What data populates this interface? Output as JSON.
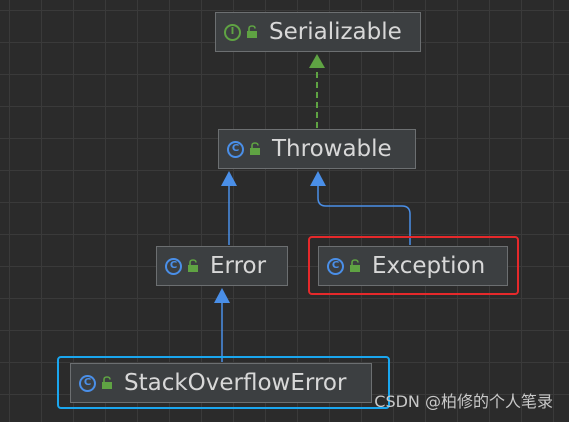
{
  "nodes": {
    "serializable": {
      "name": "Serializable",
      "kind": "interface",
      "kind_letter": "I"
    },
    "throwable": {
      "name": "Throwable",
      "kind": "class",
      "kind_letter": "C"
    },
    "error": {
      "name": "Error",
      "kind": "class",
      "kind_letter": "C"
    },
    "exception": {
      "name": "Exception",
      "kind": "class",
      "kind_letter": "C"
    },
    "stackoverflow": {
      "name": "StackOverflowError",
      "kind": "class",
      "kind_letter": "C"
    }
  },
  "edges": [
    {
      "from": "Throwable",
      "to": "Serializable",
      "type": "implements",
      "color": "#5fa343"
    },
    {
      "from": "Error",
      "to": "Throwable",
      "type": "extends",
      "color": "#4a8fe8"
    },
    {
      "from": "Exception",
      "to": "Throwable",
      "type": "extends",
      "color": "#4a8fe8"
    },
    {
      "from": "StackOverflowError",
      "to": "Error",
      "type": "extends",
      "color": "#4a8fe8"
    }
  ],
  "highlights": [
    {
      "target": "Exception",
      "color": "#e5292b"
    },
    {
      "target": "StackOverflowError",
      "color": "#1aa6ef"
    }
  ],
  "colors": {
    "background": "#2b2b2b",
    "node_fill": "#3c3f41",
    "class_icon": "#4a8fe8",
    "interface_icon": "#5fa343",
    "lock_icon": "#5fa343"
  },
  "watermark": "CSDN @柏修的个人笔录"
}
